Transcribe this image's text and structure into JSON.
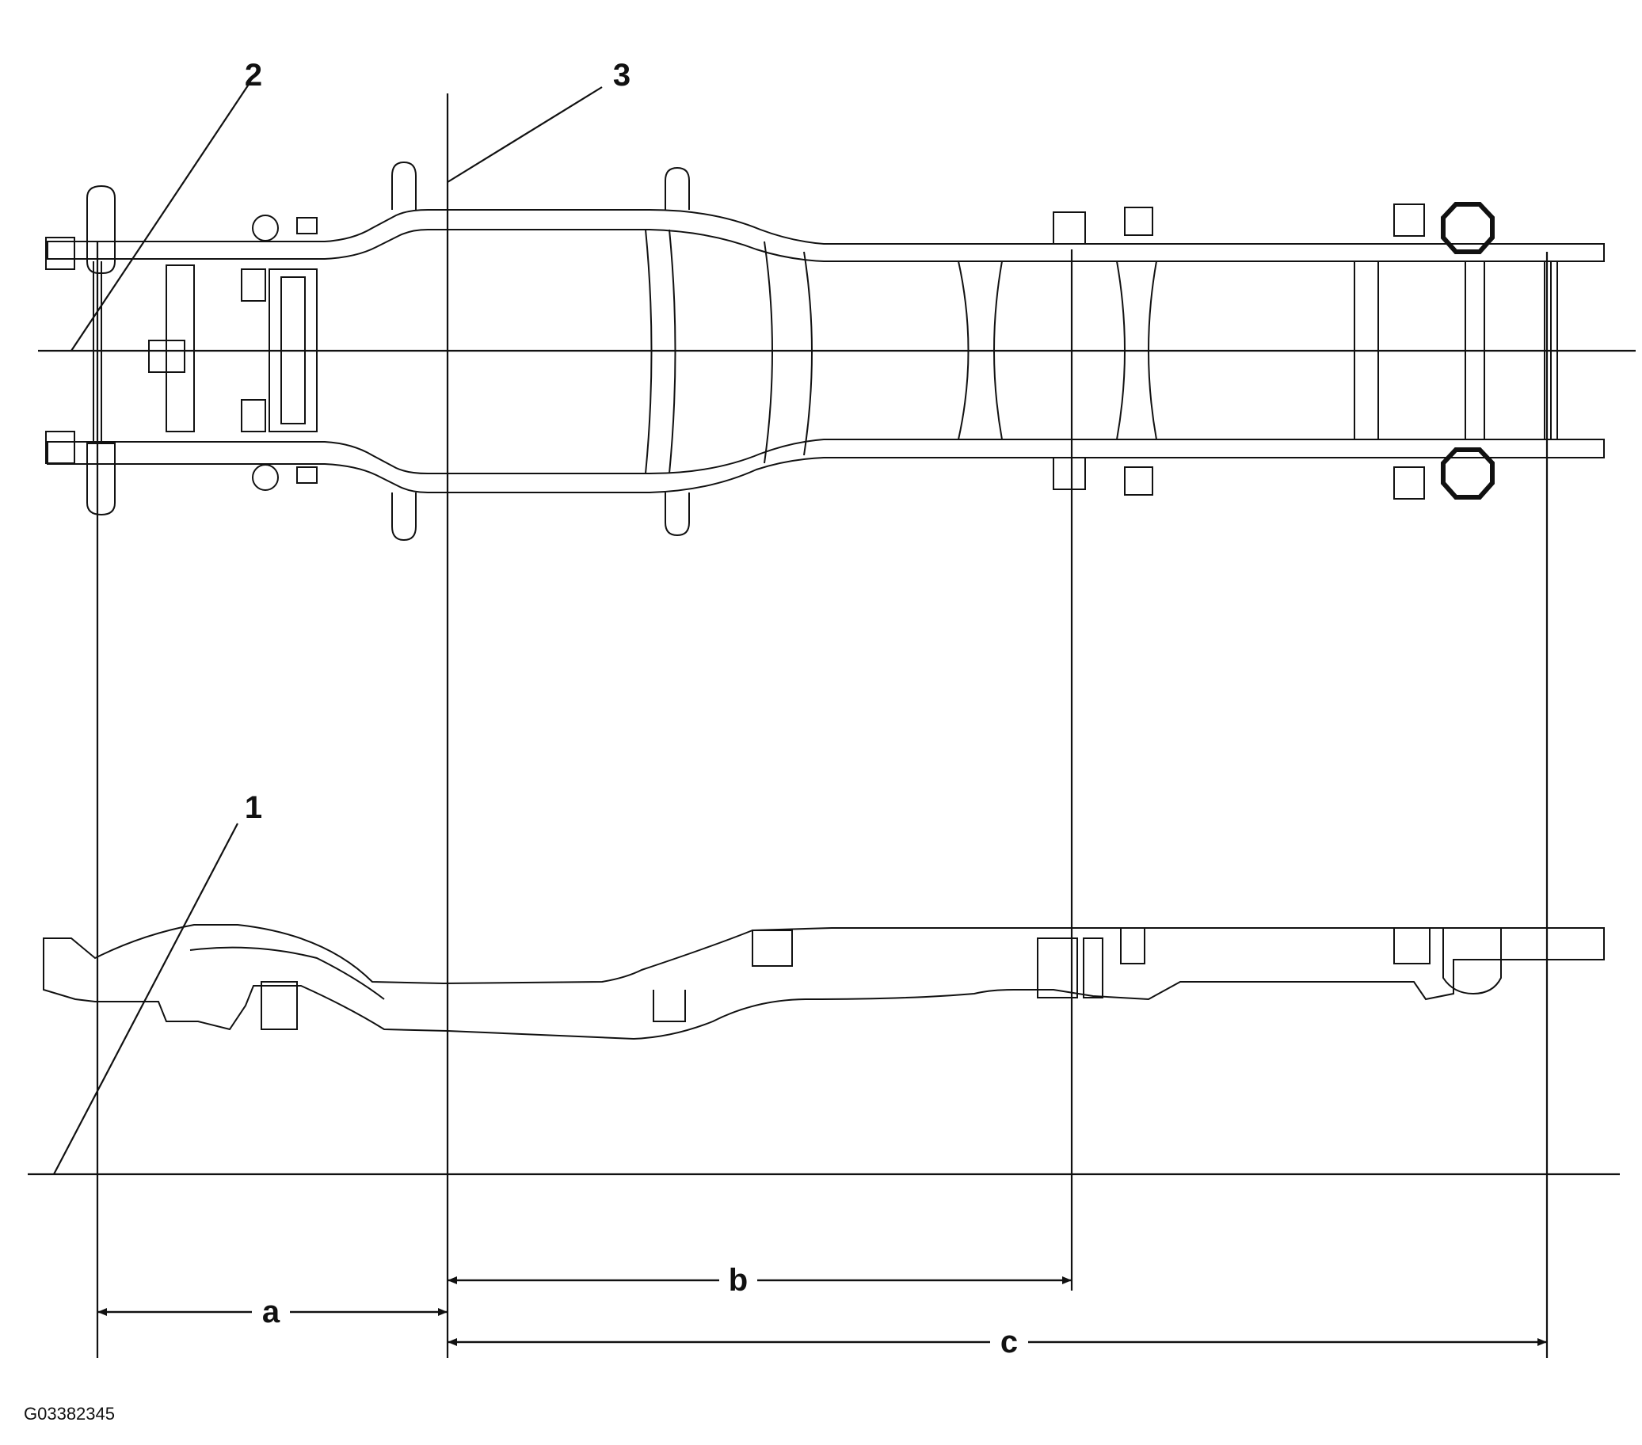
{
  "callouts": {
    "c1": "1",
    "c2": "2",
    "c3": "3"
  },
  "dimensions": {
    "a": "a",
    "b": "b",
    "c": "c"
  },
  "figure_id": "G03382345"
}
